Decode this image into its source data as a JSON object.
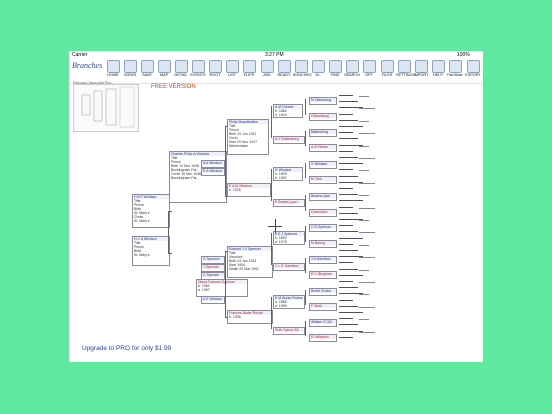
{
  "status": {
    "carrier": "Carrier",
    "time": "3:27 PM",
    "battery": "100%"
  },
  "app_name": "Branches",
  "toolbar": [
    {
      "icon": "home-icon",
      "label": "HOME"
    },
    {
      "icon": "views-icon",
      "label": "VIEWS"
    },
    {
      "icon": "save-icon",
      "label": "SAVE"
    },
    {
      "icon": "map-icon",
      "label": "MAP"
    },
    {
      "icon": "detail-icon",
      "label": "DETAIL"
    },
    {
      "icon": "events-icon",
      "label": "EVENTS"
    },
    {
      "icon": "root-icon",
      "label": "ROOT"
    },
    {
      "icon": "list-icon",
      "label": "LIST"
    },
    {
      "icon": "flips-icon",
      "label": "FLIPS"
    },
    {
      "icon": "ask-icon",
      "label": "ASK"
    },
    {
      "icon": "ready-icon",
      "label": "READY"
    },
    {
      "icon": "bunches-icon",
      "label": "BUNCHES"
    },
    {
      "icon": "d-icon",
      "label": "D/-"
    },
    {
      "icon": "find-icon",
      "label": "FIND"
    },
    {
      "icon": "search-icon",
      "label": "SEARCH"
    },
    {
      "icon": "off-icon",
      "label": "OFF"
    },
    {
      "icon": "files-icon",
      "label": "FILES"
    },
    {
      "icon": "settings-icon",
      "label": "SETTINGS"
    },
    {
      "icon": "import-icon",
      "label": "IMPORT"
    },
    {
      "icon": "help-icon",
      "label": "HELP"
    },
    {
      "icon": "famsearch-icon",
      "label": "FamSear.."
    },
    {
      "icon": "export-icon",
      "label": "EXPORT"
    }
  ],
  "thumbnail_title": "Princess Diana with Pho...",
  "free_version": "FREE VERSION",
  "upgrade": "Upgrade to PRO for only $1.99",
  "people": [
    {
      "name": "Charles Philip A Windsor",
      "lines": [
        "Title",
        "Prince",
        "Birth 14 Nov 1948",
        "Buckingham Pal...",
        "Christ 15 Dec 1948",
        "Buckingham Pal..."
      ],
      "sex": "m"
    },
    {
      "name": "Diana Frances Spencer",
      "lines": [
        "b. 1961",
        "d. 1997"
      ],
      "sex": "f"
    },
    {
      "name": "H A P Windsor",
      "lines": [
        "Title",
        "Prince",
        "Birth",
        "St. Mary's",
        "Christ",
        "St. Mary's"
      ],
      "sex": "m"
    },
    {
      "name": "H C A Windsor",
      "lines": [
        "Title",
        "Prince",
        "Birth",
        "St. Mary's"
      ],
      "sex": "m"
    },
    {
      "name": "Philip Mountbatten",
      "lines": [
        "Title",
        "Prince",
        "Birth 10 Jun 1921",
        "Corfu",
        "Marr 20 Nov 1947",
        "Westminster"
      ],
      "sex": "m"
    },
    {
      "name": "E A M Windsor",
      "lines": [
        "b. 1926"
      ],
      "sex": "f"
    },
    {
      "name": "Edward J V Spencer",
      "lines": [
        "Title",
        "Viscount",
        "Birth 24 Jan 1924",
        "Marr 1954",
        "Death 29 Mar 1992"
      ],
      "sex": "m"
    },
    {
      "name": "Frances Burke Roche",
      "lines": [
        "b. 1936"
      ],
      "sex": "f"
    },
    {
      "name": "A of Greece",
      "lines": [
        "b. 1882",
        "d. 1944"
      ],
      "sex": "m"
    },
    {
      "name": "A V Battenberg",
      "lines": [],
      "sex": "f"
    },
    {
      "name": "G Windsor",
      "lines": [
        "b. 1895",
        "d. 1952"
      ],
      "sex": "m"
    },
    {
      "name": "E Bowes-Lyon",
      "lines": [],
      "sex": "f"
    },
    {
      "name": "A E J Spencer",
      "lines": [
        "b. 1892",
        "d. 1975"
      ],
      "sex": "m"
    },
    {
      "name": "C L E Hamilton",
      "lines": [],
      "sex": "f"
    },
    {
      "name": "E M Burke Roche",
      "lines": [
        "b. 1885",
        "d. 1955"
      ],
      "sex": "m"
    },
    {
      "name": "Ruth Sylvia Gill",
      "lines": [],
      "sex": "f"
    },
    {
      "name": "G Spencer",
      "lines": [],
      "sex": "m"
    },
    {
      "name": "J Spencer",
      "lines": [],
      "sex": "f"
    },
    {
      "name": "C Spencer",
      "lines": [],
      "sex": "m"
    },
    {
      "name": "A E Windsor",
      "lines": [],
      "sex": "m"
    },
    {
      "name": "A A Windsor",
      "lines": [],
      "sex": "m"
    },
    {
      "name": "E A Windsor",
      "lines": [],
      "sex": "m"
    },
    {
      "name": "M Oldenburg",
      "lines": [],
      "sex": "m"
    },
    {
      "name": "Glücksburg",
      "lines": [],
      "sex": "f"
    },
    {
      "name": "Battenberg",
      "lines": [],
      "sex": "m"
    },
    {
      "name": "A of Hesse",
      "lines": [],
      "sex": "f"
    },
    {
      "name": "G Windsor",
      "lines": [],
      "sex": "m"
    },
    {
      "name": "M Teck",
      "lines": [],
      "sex": "f"
    },
    {
      "name": "Bowes-Lyon",
      "lines": [],
      "sex": "m"
    },
    {
      "name": "Cavendish",
      "lines": [],
      "sex": "f"
    },
    {
      "name": "C R Spencer",
      "lines": [],
      "sex": "m"
    },
    {
      "name": "M Baring",
      "lines": [],
      "sex": "f"
    },
    {
      "name": "J A Hamilton",
      "lines": [],
      "sex": "m"
    },
    {
      "name": "R C Bingham",
      "lines": [],
      "sex": "f"
    },
    {
      "name": "Burke Roche",
      "lines": [],
      "sex": "m"
    },
    {
      "name": "F Work",
      "lines": [],
      "sex": "f"
    },
    {
      "name": "William S Gill",
      "lines": [],
      "sex": "m"
    },
    {
      "name": "R Littlejohn",
      "lines": [],
      "sex": "f"
    }
  ]
}
